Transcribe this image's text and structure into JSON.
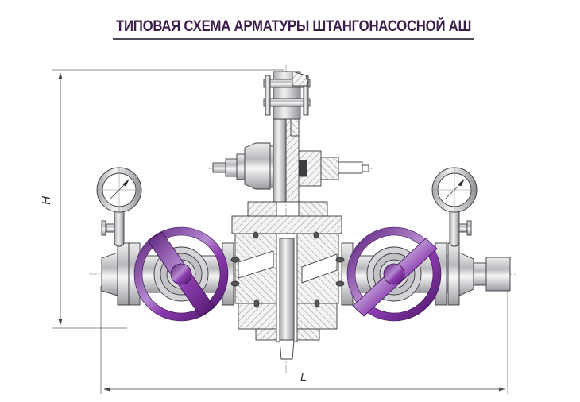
{
  "header": {
    "title": "ТИПОВАЯ СХЕМА АРМАТУРЫ ШТАНГОНАСОСНОЙ АШ"
  },
  "dimensions": {
    "height_label": "H",
    "length_label": "L"
  },
  "components": {
    "left_gauge": "pressure-gauge",
    "right_gauge": "pressure-gauge",
    "left_handwheel": "valve-handwheel",
    "right_handwheel": "valve-handwheel",
    "center_body": "wellhead-body-cross-section",
    "top_assembly": "stuffing-box-assembly",
    "side_valve": "check-valve"
  },
  "colors": {
    "title": "#3b1f4a",
    "handwheel": "#7a2e9a",
    "handwheel_light": "#b07ccc",
    "metal": "#c8c8cc",
    "line": "#3a3a40",
    "hatch": "#888890"
  }
}
